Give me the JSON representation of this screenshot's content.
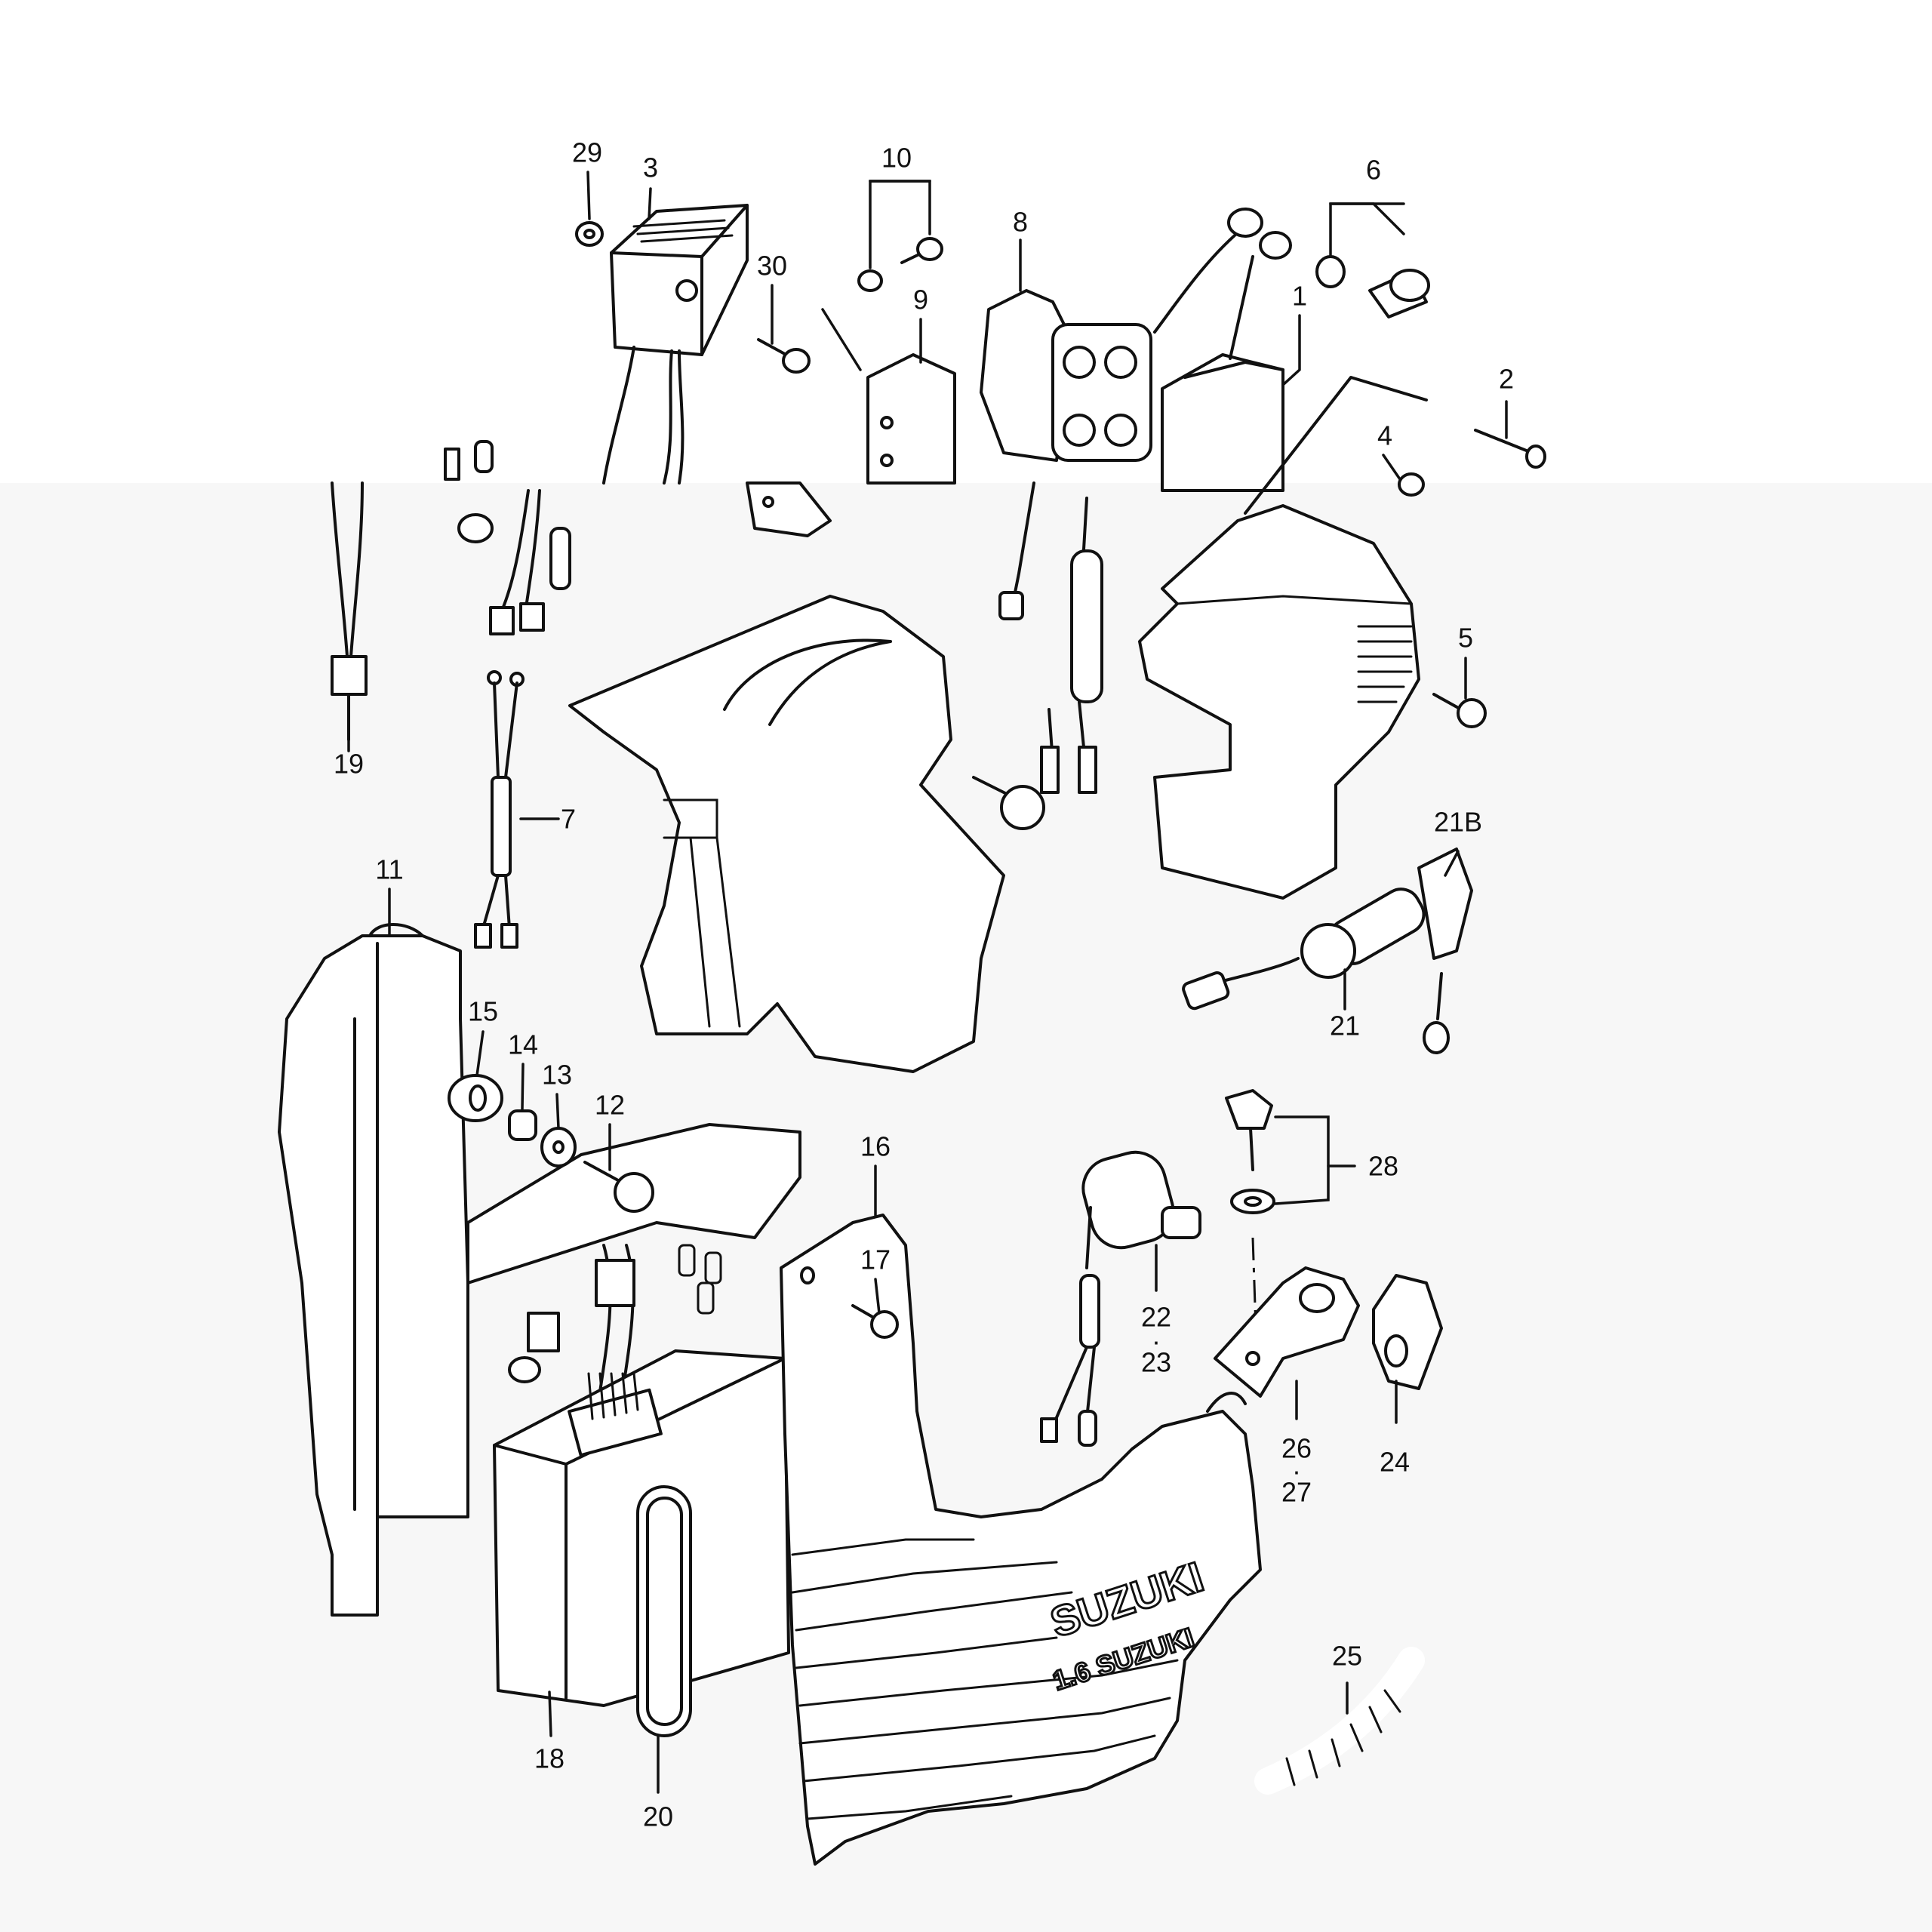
{
  "callouts": [
    {
      "id": "c1",
      "text": "1"
    },
    {
      "id": "c2",
      "text": "2"
    },
    {
      "id": "c3",
      "text": "3"
    },
    {
      "id": "c4",
      "text": "4"
    },
    {
      "id": "c5",
      "text": "5"
    },
    {
      "id": "c6",
      "text": "6"
    },
    {
      "id": "c7",
      "text": "7"
    },
    {
      "id": "c8",
      "text": "8"
    },
    {
      "id": "c9",
      "text": "9"
    },
    {
      "id": "c10",
      "text": "10"
    },
    {
      "id": "c11",
      "text": "11"
    },
    {
      "id": "c12",
      "text": "12"
    },
    {
      "id": "c13",
      "text": "13"
    },
    {
      "id": "c14",
      "text": "14"
    },
    {
      "id": "c15",
      "text": "15"
    },
    {
      "id": "c16",
      "text": "16"
    },
    {
      "id": "c17",
      "text": "17"
    },
    {
      "id": "c18",
      "text": "18"
    },
    {
      "id": "c19",
      "text": "19"
    },
    {
      "id": "c20",
      "text": "20"
    },
    {
      "id": "c21",
      "text": "21"
    },
    {
      "id": "c21b",
      "text": "21B"
    },
    {
      "id": "c22",
      "text": "22"
    },
    {
      "id": "c23",
      "text": "23"
    },
    {
      "id": "c24",
      "text": "24"
    },
    {
      "id": "c25",
      "text": "25"
    },
    {
      "id": "c26",
      "text": "26"
    },
    {
      "id": "c27",
      "text": "27"
    },
    {
      "id": "c28",
      "text": "28"
    },
    {
      "id": "c29",
      "text": "29"
    },
    {
      "id": "c30",
      "text": "30"
    }
  ],
  "brand": {
    "logo_text": "SUZUKI",
    "sub_text": "1.6 SUZUKI"
  }
}
